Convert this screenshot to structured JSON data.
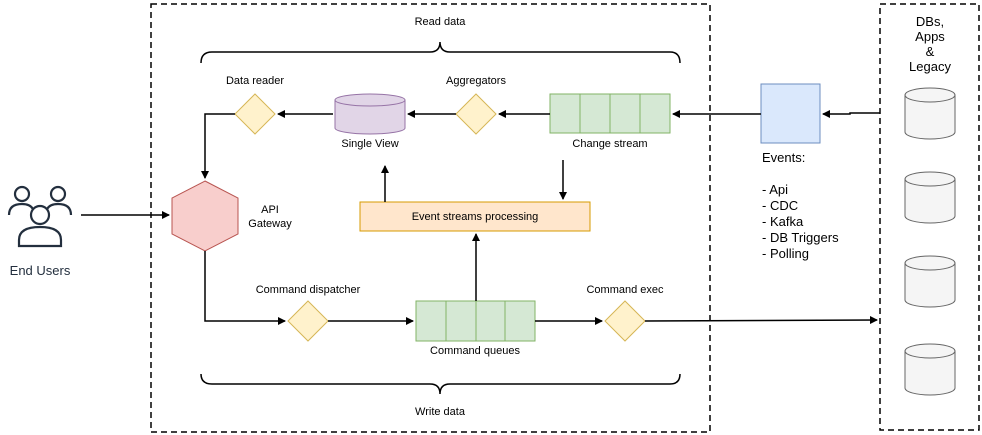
{
  "labels": {
    "read_data": "Read data",
    "write_data": "Write data",
    "data_reader": "Data reader",
    "aggregators": "Aggregators",
    "single_view": "Single View",
    "change_stream": "Change stream",
    "api_gateway_line1": "API",
    "api_gateway_line2": "Gateway",
    "event_streams_processing": "Event streams processing",
    "command_dispatcher": "Command dispatcher",
    "command_exec": "Command exec",
    "command_queues": "Command queues",
    "end_users": "End Users"
  },
  "events": {
    "title": "Events:",
    "items": [
      "- Api",
      "- CDC",
      "- Kafka",
      "- DB Triggers",
      "- Polling"
    ]
  },
  "databases": {
    "title_line1": "DBs, Apps",
    "title_line2": "&",
    "title_line3": "Legacy"
  },
  "colors": {
    "diamond_fill": "#fff2cc",
    "diamond_stroke": "#d6b656",
    "queue_fill": "#d5e8d4",
    "queue_stroke": "#82b366",
    "view_fill": "#e1d5e7",
    "view_stroke": "#9673a6",
    "gateway_fill": "#f8cecc",
    "gateway_stroke": "#b85450",
    "event_fill": "#dae8fc",
    "event_stroke": "#6c8ebf",
    "esp_fill": "#ffe6cc",
    "esp_stroke": "#d79b00",
    "db_fill": "#f5f5f5",
    "db_stroke": "#666666",
    "users_stroke": "#232f3e"
  }
}
